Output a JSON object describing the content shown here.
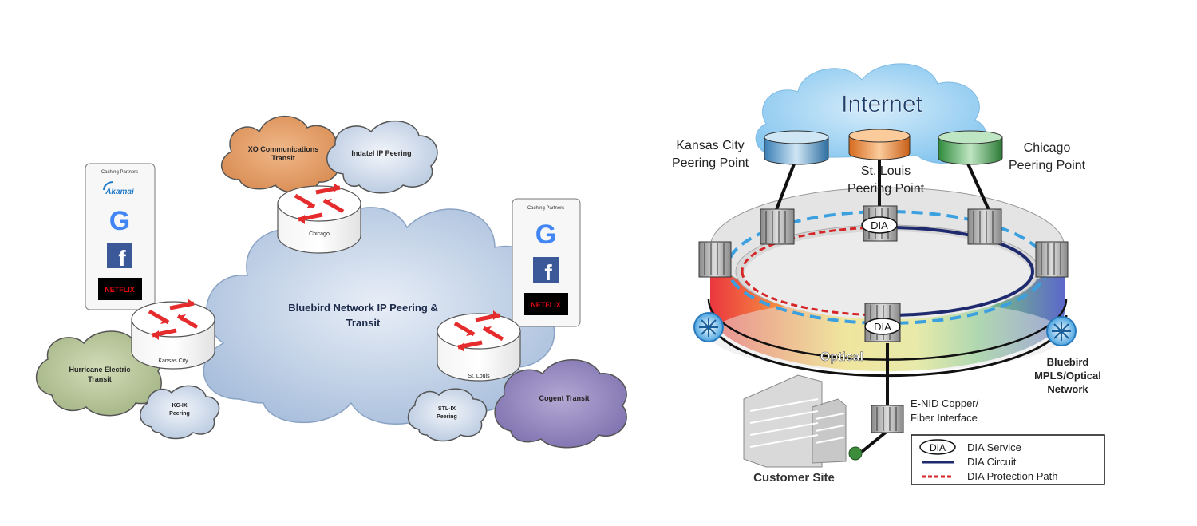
{
  "left_diagram": {
    "center_cloud_label_line1": "Bluebird Network IP Peering &",
    "center_cloud_label_line2": "Transit",
    "routers": {
      "chicago": "Chicago",
      "kansas_city": "Kansas City",
      "st_louis": "St. Louis"
    },
    "clouds": {
      "xo_line1": "XO Communications",
      "xo_line2": "Transit",
      "indatel": "Indatel IP Peering",
      "hurricane_line1": "Hurricane Electric",
      "hurricane_line2": "Transit",
      "kcix_line1": "KC-IX",
      "kcix_line2": "Peering",
      "stlix_line1": "STL-IX",
      "stlix_line2": "Peering",
      "cogent": "Cogent Transit"
    },
    "caching_left": {
      "title": "Caching Partners",
      "logos": [
        "Akamai",
        "G",
        "f",
        "NETFLIX"
      ]
    },
    "caching_right": {
      "title": "Caching Partners",
      "logos": [
        "G",
        "f",
        "NETFLIX"
      ]
    }
  },
  "right_diagram": {
    "internet_label": "Internet",
    "peering_points": {
      "kansas_city_line1": "Kansas City",
      "kansas_city_line2": "Peering Point",
      "st_louis_line1": "St. Louis",
      "st_louis_line2": "Peering Point",
      "chicago_line1": "Chicago",
      "chicago_line2": "Peering Point"
    },
    "dia_top": "DIA",
    "dia_bottom": "DIA",
    "optical_label": "Optical",
    "network_line1": "Bluebird",
    "network_line2": "MPLS/Optical",
    "network_line3": "Network",
    "enid_line1": "E-NID Copper/",
    "enid_line2": "Fiber Interface",
    "customer_site": "Customer Site",
    "legend": {
      "badge": "DIA",
      "service": "DIA Service",
      "circuit": "DIA Circuit",
      "protection": "DIA Protection Path"
    },
    "colors": {
      "circuit": "#1f2a6e",
      "protection": "#d62728",
      "ring_dash": "#3ba0e0"
    }
  }
}
